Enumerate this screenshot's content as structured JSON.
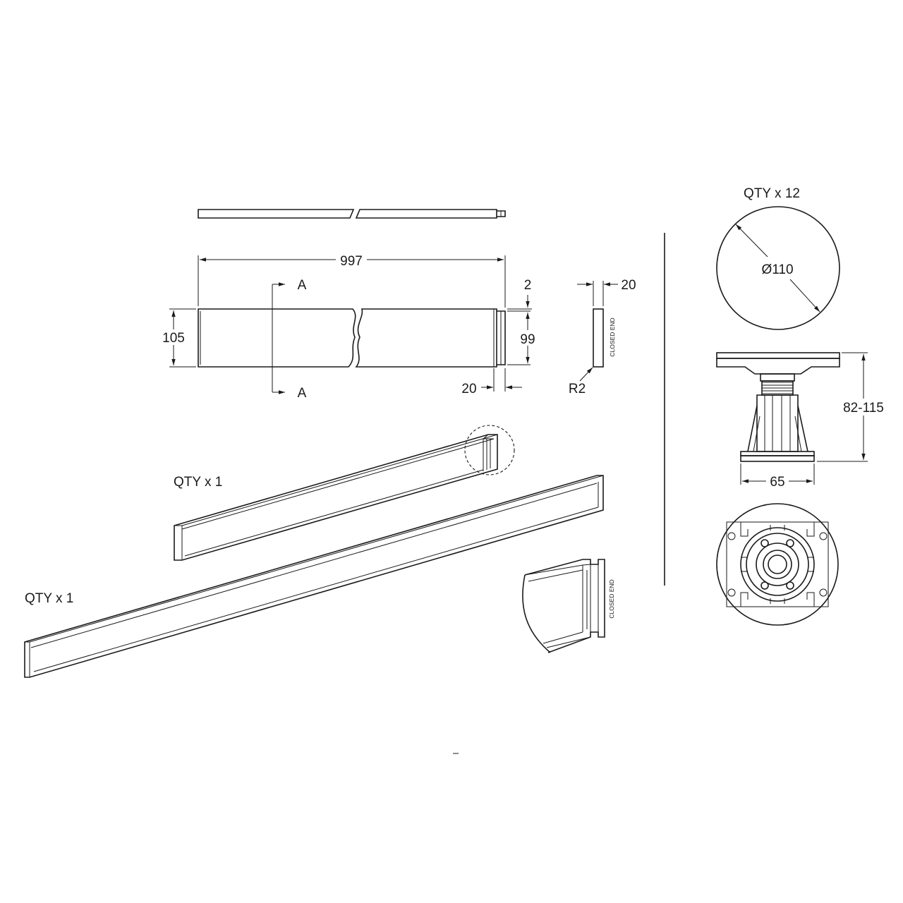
{
  "dimensions": {
    "length": "997",
    "height": "105",
    "inner_height": "99",
    "step_height": "2",
    "step_length": "20",
    "end_thickness": "20",
    "end_radius": "R2",
    "leg_diameter": "Ø110",
    "leg_height": "82-115",
    "leg_base": "65"
  },
  "section": {
    "label": "A"
  },
  "labels": {
    "closed_end": "CLOSED END",
    "qty_legs": "QTY x 12",
    "qty_panel_short": "QTY x 1",
    "qty_panel_long": "QTY x 1"
  }
}
